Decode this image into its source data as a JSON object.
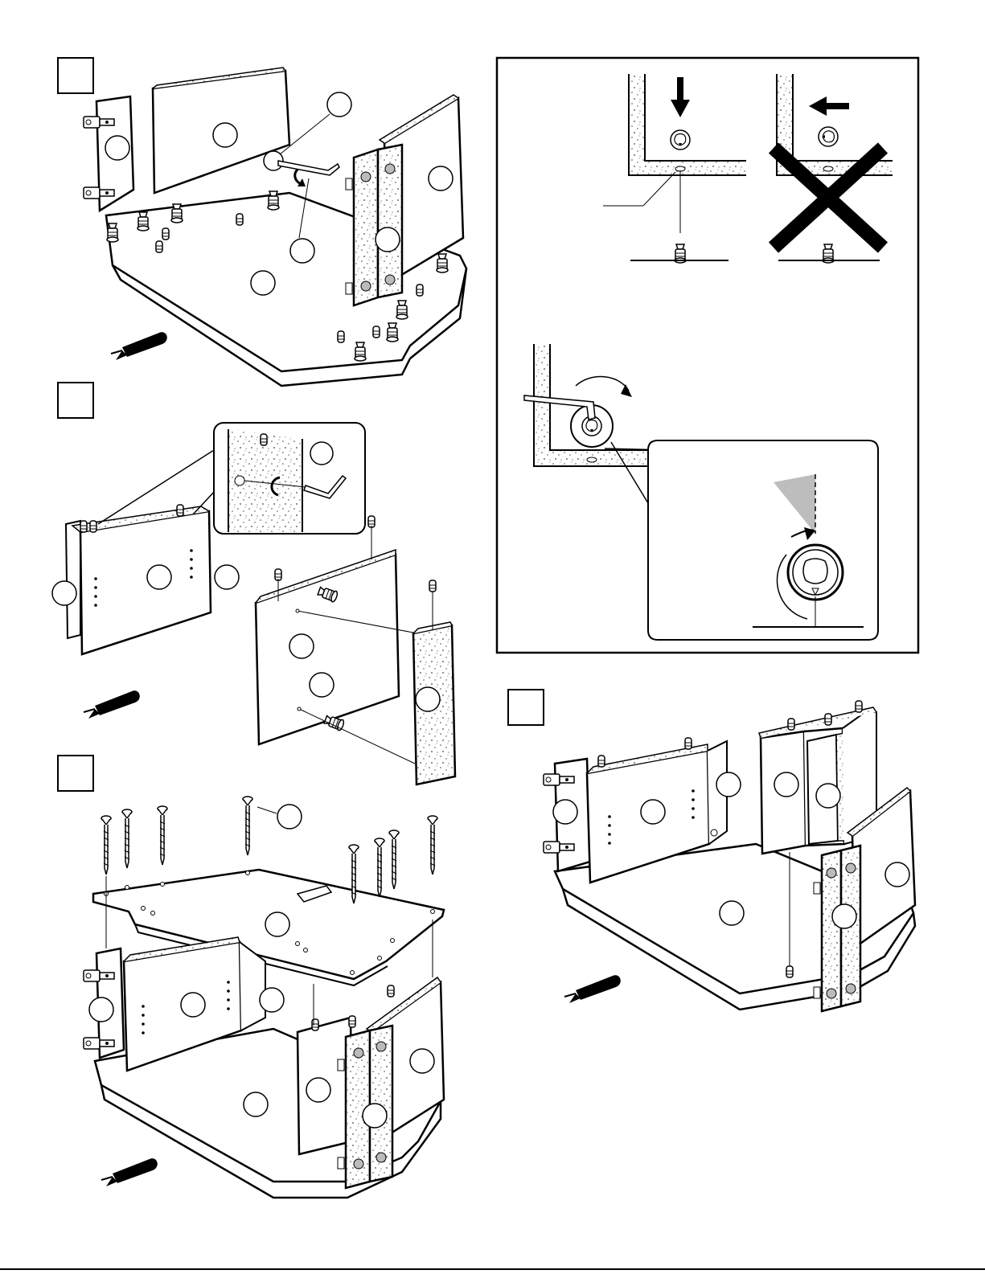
{
  "colors": {
    "ink": "#000000",
    "paper": "#ffffff",
    "grain": "#555555",
    "shade": "#bdbdbd"
  },
  "steps": [
    {
      "id": "step-1",
      "label": ""
    },
    {
      "id": "step-2",
      "label": ""
    },
    {
      "id": "step-3",
      "label": ""
    },
    {
      "id": "step-4",
      "label": ""
    }
  ],
  "detail_panel": {
    "correct_caption": "",
    "wrong_caption": "",
    "tighten_caption": ""
  }
}
